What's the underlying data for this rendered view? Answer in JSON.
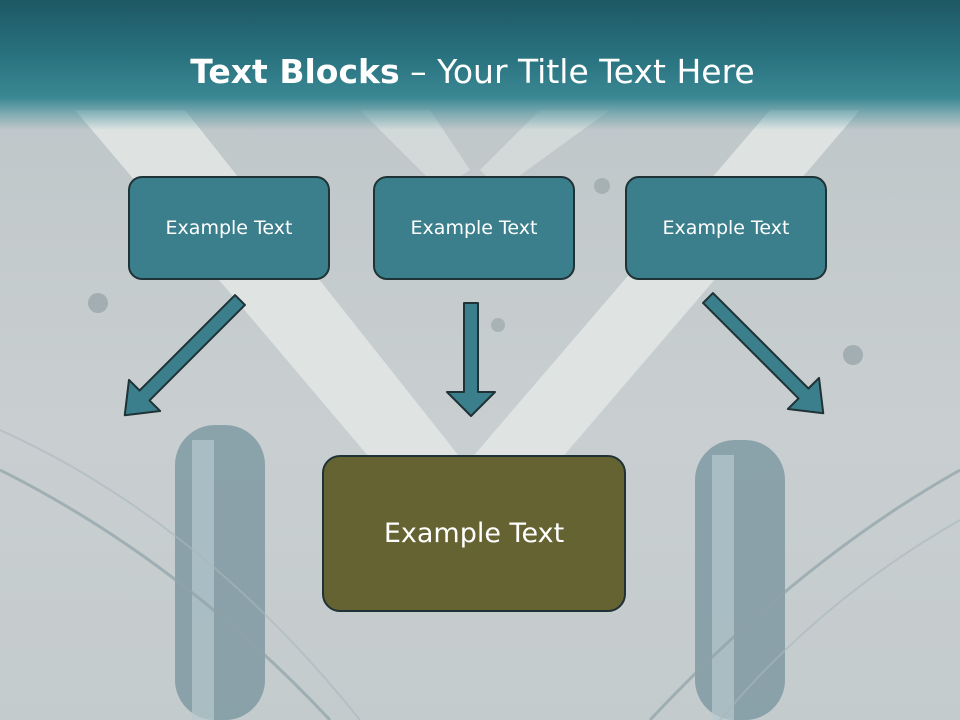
{
  "title": {
    "bold": "Text Blocks",
    "rest": " – Your Title Text Here"
  },
  "blocks": {
    "left": "Example Text",
    "center": "Example Text",
    "right": "Example Text",
    "result": "Example Text"
  },
  "colors": {
    "header": "#2a7380",
    "block_fill": "#3b7f8c",
    "result_fill": "#656332",
    "arrow_fill": "#3b7f8c",
    "border": "#1f3236"
  }
}
